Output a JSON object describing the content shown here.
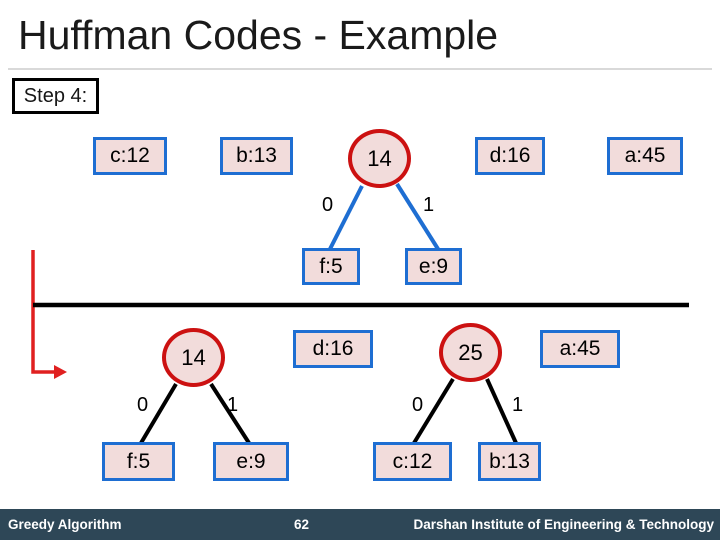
{
  "header": {
    "title": "Huffman Codes - Example",
    "step": "Step 4:"
  },
  "upper": {
    "queue": [
      {
        "label": "c:12",
        "kind": "leaf-box"
      },
      {
        "label": "b:13",
        "kind": "leaf-box"
      },
      {
        "label": "14",
        "kind": "internal-circle"
      },
      {
        "label": "d:16",
        "kind": "leaf-box"
      },
      {
        "label": "a:45",
        "kind": "leaf-box"
      }
    ],
    "tree": {
      "root": "14",
      "left_edge_label": "0",
      "right_edge_label": "1",
      "left_child": "f:5",
      "right_child": "e:9"
    }
  },
  "lower": {
    "tree14": {
      "root": "14",
      "left_edge_label": "0",
      "right_edge_label": "1",
      "left_child": "f:5",
      "right_child": "e:9"
    },
    "d_node": "d:16",
    "tree25": {
      "root": "25",
      "left_edge_label": "0",
      "right_edge_label": "1",
      "left_child": "c:12",
      "right_child": "b:13"
    },
    "a_node": "a:45"
  },
  "footer": {
    "course": "Greedy Algorithm",
    "page": "62",
    "institute": "Darshan Institute of Engineering & Technology"
  },
  "colors": {
    "node_fill": "#f2dcdb",
    "box_border_blue": "#1e6ed2",
    "circle_border_red": "#cc1111",
    "edge_blue": "#1e6ed2",
    "edge_black": "#000000",
    "arrow_red": "#e02020",
    "footer_bg": "#2e4757",
    "divider_black": "#000000",
    "title_rule_gray": "#d9d9d9"
  }
}
